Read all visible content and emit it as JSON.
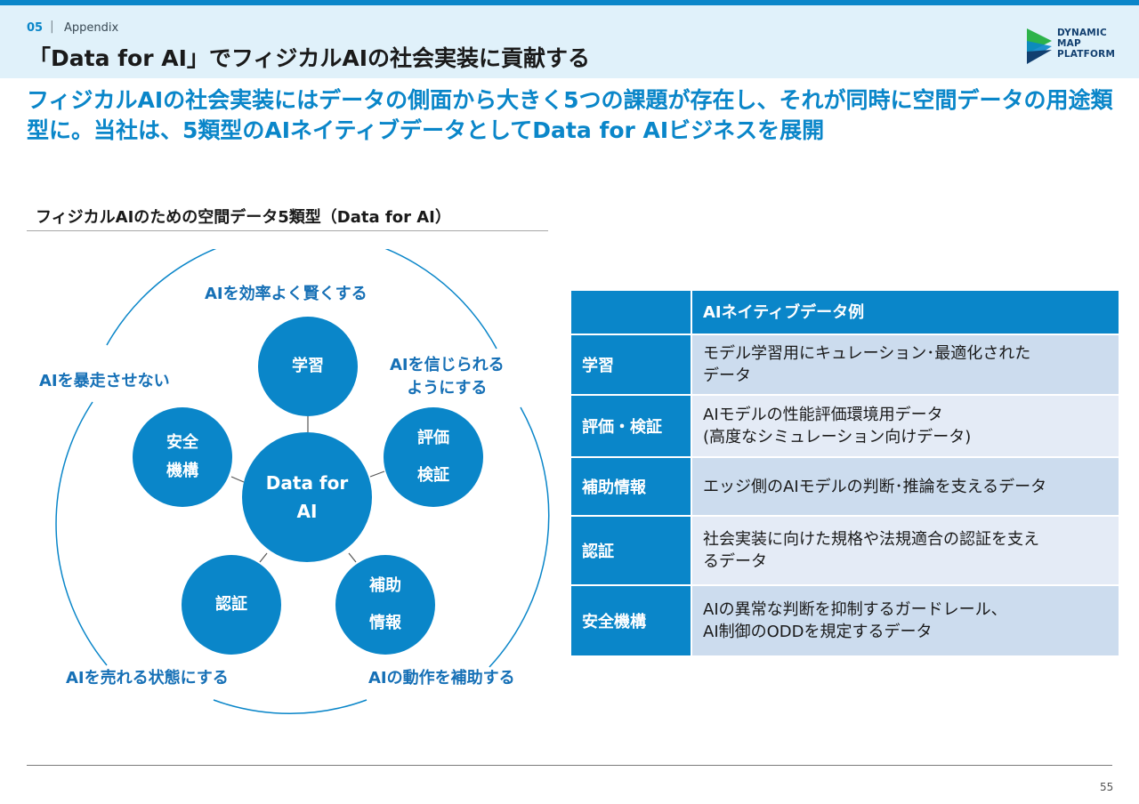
{
  "header": {
    "section_number": "05",
    "separator": "|",
    "section_name": "Appendix",
    "title": "「Data for AI」でフィジカルAIの社会実装に貢献する"
  },
  "logo": {
    "lines": [
      "DYNAMIC",
      "MAP",
      "PLATFORM"
    ],
    "color": "#123f6f",
    "accent": "#2db34a"
  },
  "lead": "フィジカルAIの社会実装にはデータの側面から大きく5つの課題が存在し、それが同時に空間データの用途類型に。当社は、5類型のAIネイティブデータとしてData for AIビジネスを展開",
  "diagram": {
    "title": "フィジカルAIのための空間データ5類型（Data for AI）",
    "center": [
      "Data for",
      "AI"
    ],
    "nodes": {
      "learning": [
        "学習"
      ],
      "evaluation": [
        "評価",
        "検証"
      ],
      "assist": [
        "補助",
        "情報"
      ],
      "certification": [
        "認証"
      ],
      "safety": [
        "安全",
        "機構"
      ]
    },
    "labels": {
      "top": "AIを効率よく賢くする",
      "top_right": [
        "AIを信じられる",
        "ようにする"
      ],
      "left": "AIを暴走させない",
      "bottom_left": "AIを売れる状態にする",
      "bottom_right": "AIの動作を補助する"
    },
    "colors": {
      "node": "#0a86c9",
      "label": "#1670b6"
    }
  },
  "table": {
    "header_right": "AIネイティブデータ例",
    "rows": [
      {
        "key": "学習",
        "value": [
          "モデル学習用にキュレーション･最適化された",
          "データ"
        ]
      },
      {
        "key": "評価・検証",
        "value": [
          "AIモデルの性能評価環境用データ",
          "(高度なシミュレーション向けデータ)"
        ]
      },
      {
        "key": "補助情報",
        "value": [
          "エッジ側のAIモデルの判断･推論を支えるデータ"
        ]
      },
      {
        "key": "認証",
        "value": [
          "社会実装に向けた規格や法規適合の認証を支え",
          "るデータ"
        ]
      },
      {
        "key": "安全機構",
        "value": [
          "AIの異常な判断を抑制するガードレール、",
          "AI制御のODDを規定するデータ"
        ]
      }
    ]
  },
  "footer": {
    "page_number": "55"
  }
}
